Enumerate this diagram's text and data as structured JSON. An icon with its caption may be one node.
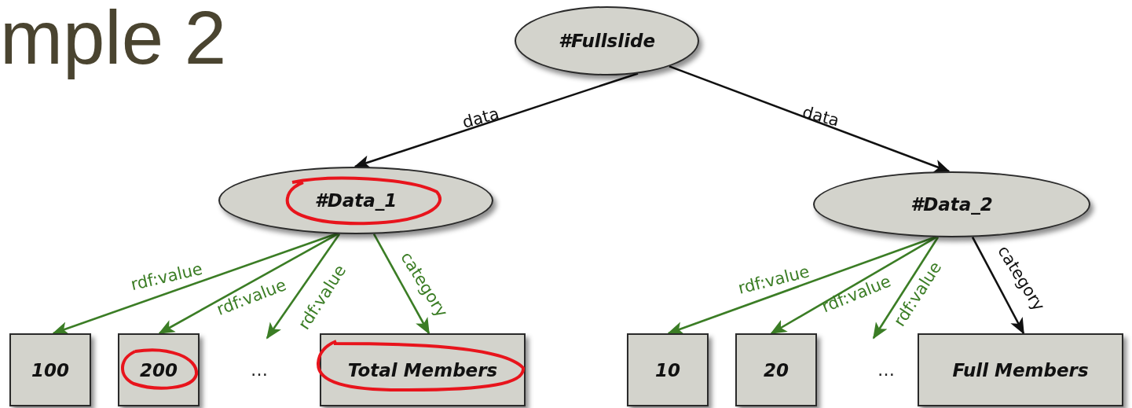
{
  "diagram": {
    "title": "mple 2",
    "nodes": [
      {
        "text": [
          "#Fullslide"
        ]
      },
      {
        "text": [
          "#Data_1"
        ]
      },
      {
        "text": [
          "#Data_2"
        ]
      },
      {
        "text": [
          "100"
        ]
      },
      {
        "text": [
          "200"
        ]
      },
      {
        "text": [
          "Total Members"
        ]
      },
      {
        "text": [
          "10"
        ]
      },
      {
        "text": [
          "20"
        ]
      },
      {
        "text": [
          "Full Members"
        ]
      }
    ],
    "edges": [
      {
        "from": 0,
        "to": 1,
        "arrow": "to",
        "label": "data",
        "color": "#111111"
      },
      {
        "from": 0,
        "to": 2,
        "arrow": "to",
        "label": "data",
        "color": "#111111"
      },
      {
        "from": 1,
        "to": 3,
        "arrow": "to",
        "label": "rdf:value",
        "color": "#3b7d25"
      },
      {
        "from": 1,
        "to": 4,
        "arrow": "to",
        "label": "rdf:value",
        "color": "#3b7d25"
      },
      {
        "from": 1,
        "to": null,
        "arrow": "to",
        "label": "rdf:value",
        "color": "#3b7d25"
      },
      {
        "from": 1,
        "to": 5,
        "arrow": "to",
        "label": "category",
        "color": "#3b7d25"
      },
      {
        "from": 2,
        "to": 6,
        "arrow": "to",
        "label": "rdf:value",
        "color": "#3b7d25"
      },
      {
        "from": 2,
        "to": 7,
        "arrow": "to",
        "label": "rdf:value",
        "color": "#3b7d25"
      },
      {
        "from": 2,
        "to": null,
        "arrow": "to",
        "label": "rdf:value",
        "color": "#3b7d25"
      },
      {
        "from": 2,
        "to": 8,
        "arrow": "to",
        "label": "category",
        "color": "#111111"
      }
    ],
    "labels": [
      "…",
      "…"
    ]
  }
}
